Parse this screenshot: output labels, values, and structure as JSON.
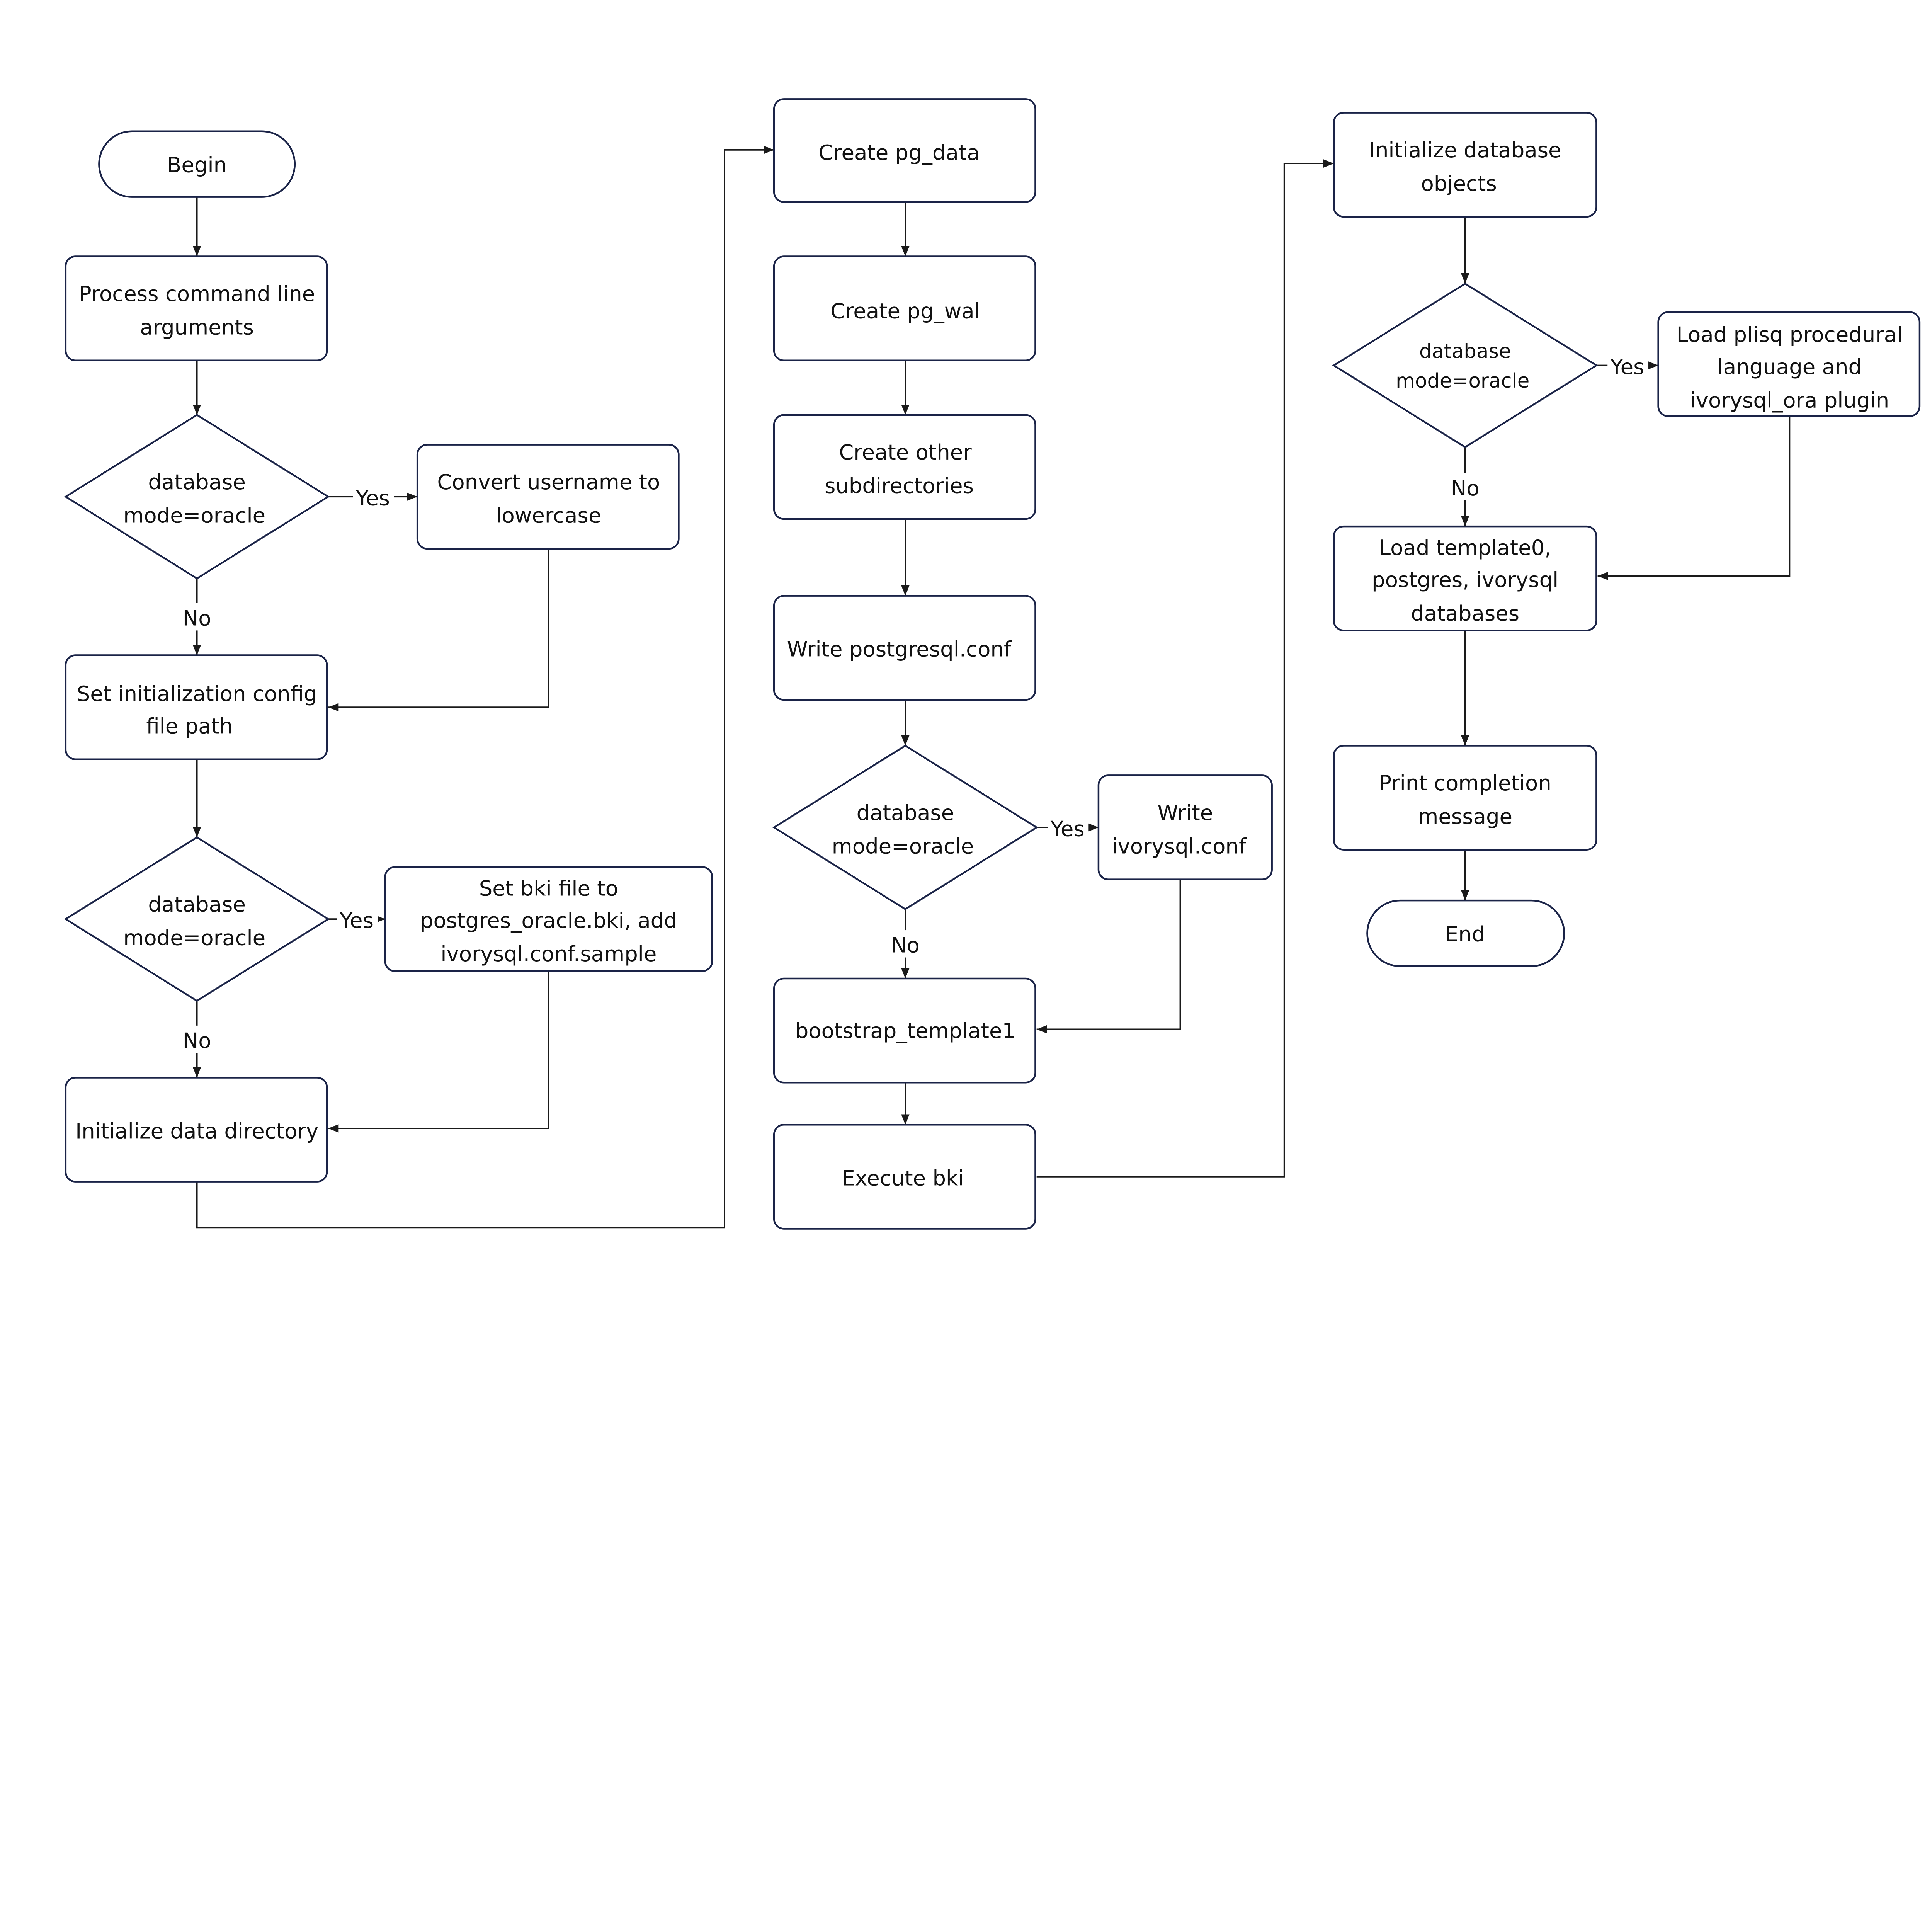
{
  "colors": {
    "shape_stroke": "#1a2347",
    "edge": "#1a1a1a",
    "background": "#ffffff"
  },
  "nodes": {
    "begin": "Begin",
    "process_args": [
      "Process command line",
      "arguments"
    ],
    "decision1": [
      "database",
      "mode=oracle"
    ],
    "convert_username": [
      "Convert username to",
      "lowercase"
    ],
    "set_config_path": [
      "Set initialization config",
      "file path"
    ],
    "decision2": [
      "database",
      "mode=oracle"
    ],
    "set_bki": [
      "Set bki file to",
      "postgres_oracle.bki, add",
      "ivorysql.conf.sample"
    ],
    "init_data_dir": "Initialize data directory",
    "create_pg_data": "Create pg_data",
    "create_pg_wal": "Create pg_wal",
    "create_other": [
      "Create other",
      "subdirectories"
    ],
    "write_postgresql_conf": "Write postgresql.conf",
    "decision3": [
      "database",
      "mode=oracle"
    ],
    "write_ivorysql_conf": [
      "Write",
      "ivorysql.conf"
    ],
    "bootstrap": "bootstrap_template1",
    "execute_bki": "Execute bki",
    "init_db_objects": [
      "Initialize database",
      "objects"
    ],
    "decision4": [
      "database",
      "mode=oracle"
    ],
    "load_plisql": [
      "Load plisq procedural",
      "language and",
      "ivorysql_ora plugin"
    ],
    "load_templates": [
      "Load template0,",
      "postgres, ivorysql",
      "databases"
    ],
    "print_completion": [
      "Print completion",
      "message"
    ],
    "end": "End"
  },
  "edge_labels": {
    "yes": "Yes",
    "no": "No"
  }
}
